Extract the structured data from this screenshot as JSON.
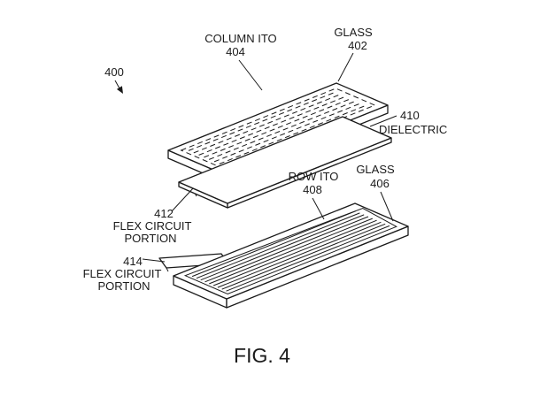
{
  "figure": {
    "reference_number": "400",
    "caption": "FIG. 4"
  },
  "labels": {
    "column_ito": {
      "name": "COLUMN ITO",
      "number": "404"
    },
    "glass_top": {
      "name": "GLASS",
      "number": "402"
    },
    "dielectric": {
      "number": "410",
      "name": "DIELECTRIC"
    },
    "row_ito": {
      "name": "ROW ITO",
      "number": "408"
    },
    "glass_bottom": {
      "name": "GLASS",
      "number": "406"
    },
    "flex_circuit_top": {
      "number": "412",
      "name_line1": "FLEX CIRCUIT",
      "name_line2": "PORTION"
    },
    "flex_circuit_bottom": {
      "number": "414",
      "name_line1": "FLEX CIRCUIT",
      "name_line2": "PORTION"
    }
  },
  "colors": {
    "line": "#1a1a1a",
    "background": "#ffffff"
  }
}
